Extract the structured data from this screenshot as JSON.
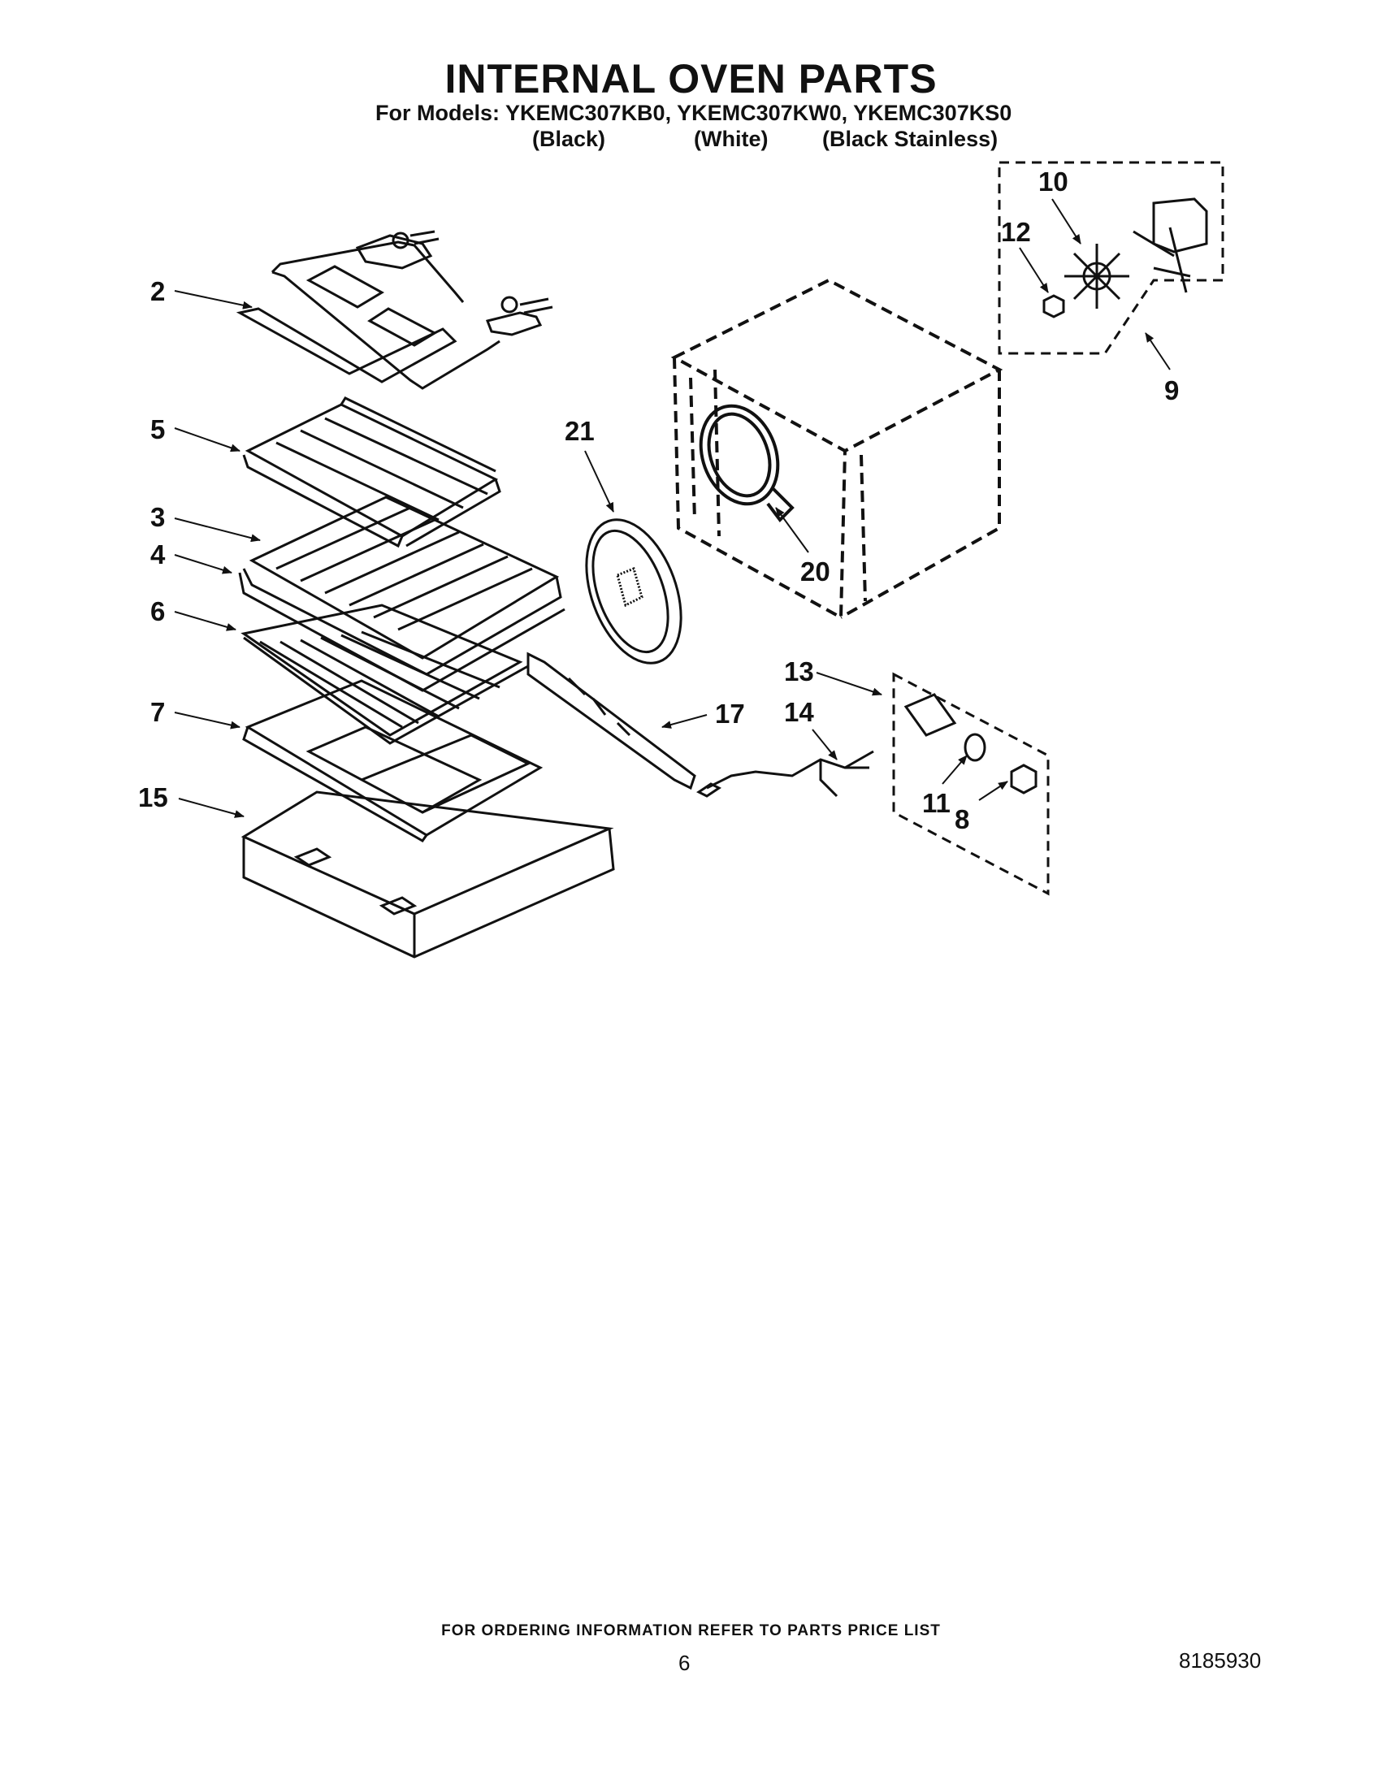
{
  "header": {
    "title": "INTERNAL OVEN PARTS",
    "models_line": "For Models: YKEMC307KB0, YKEMC307KW0, YKEMC307KS0",
    "variants": [
      "(Black)",
      "(White)",
      "(Black Stainless)"
    ]
  },
  "callouts": {
    "c2": "2",
    "c3": "3",
    "c4": "4",
    "c5": "5",
    "c6": "6",
    "c7": "7",
    "c8": "8",
    "c9": "9",
    "c10": "10",
    "c11": "11",
    "c12": "12",
    "c13": "13",
    "c14": "14",
    "c15": "15",
    "c17": "17",
    "c20": "20",
    "c21": "21"
  },
  "footer": {
    "ordering_info": "FOR ORDERING INFORMATION REFER TO PARTS PRICE LIST",
    "page_number": "6",
    "document_number": "8185930"
  }
}
